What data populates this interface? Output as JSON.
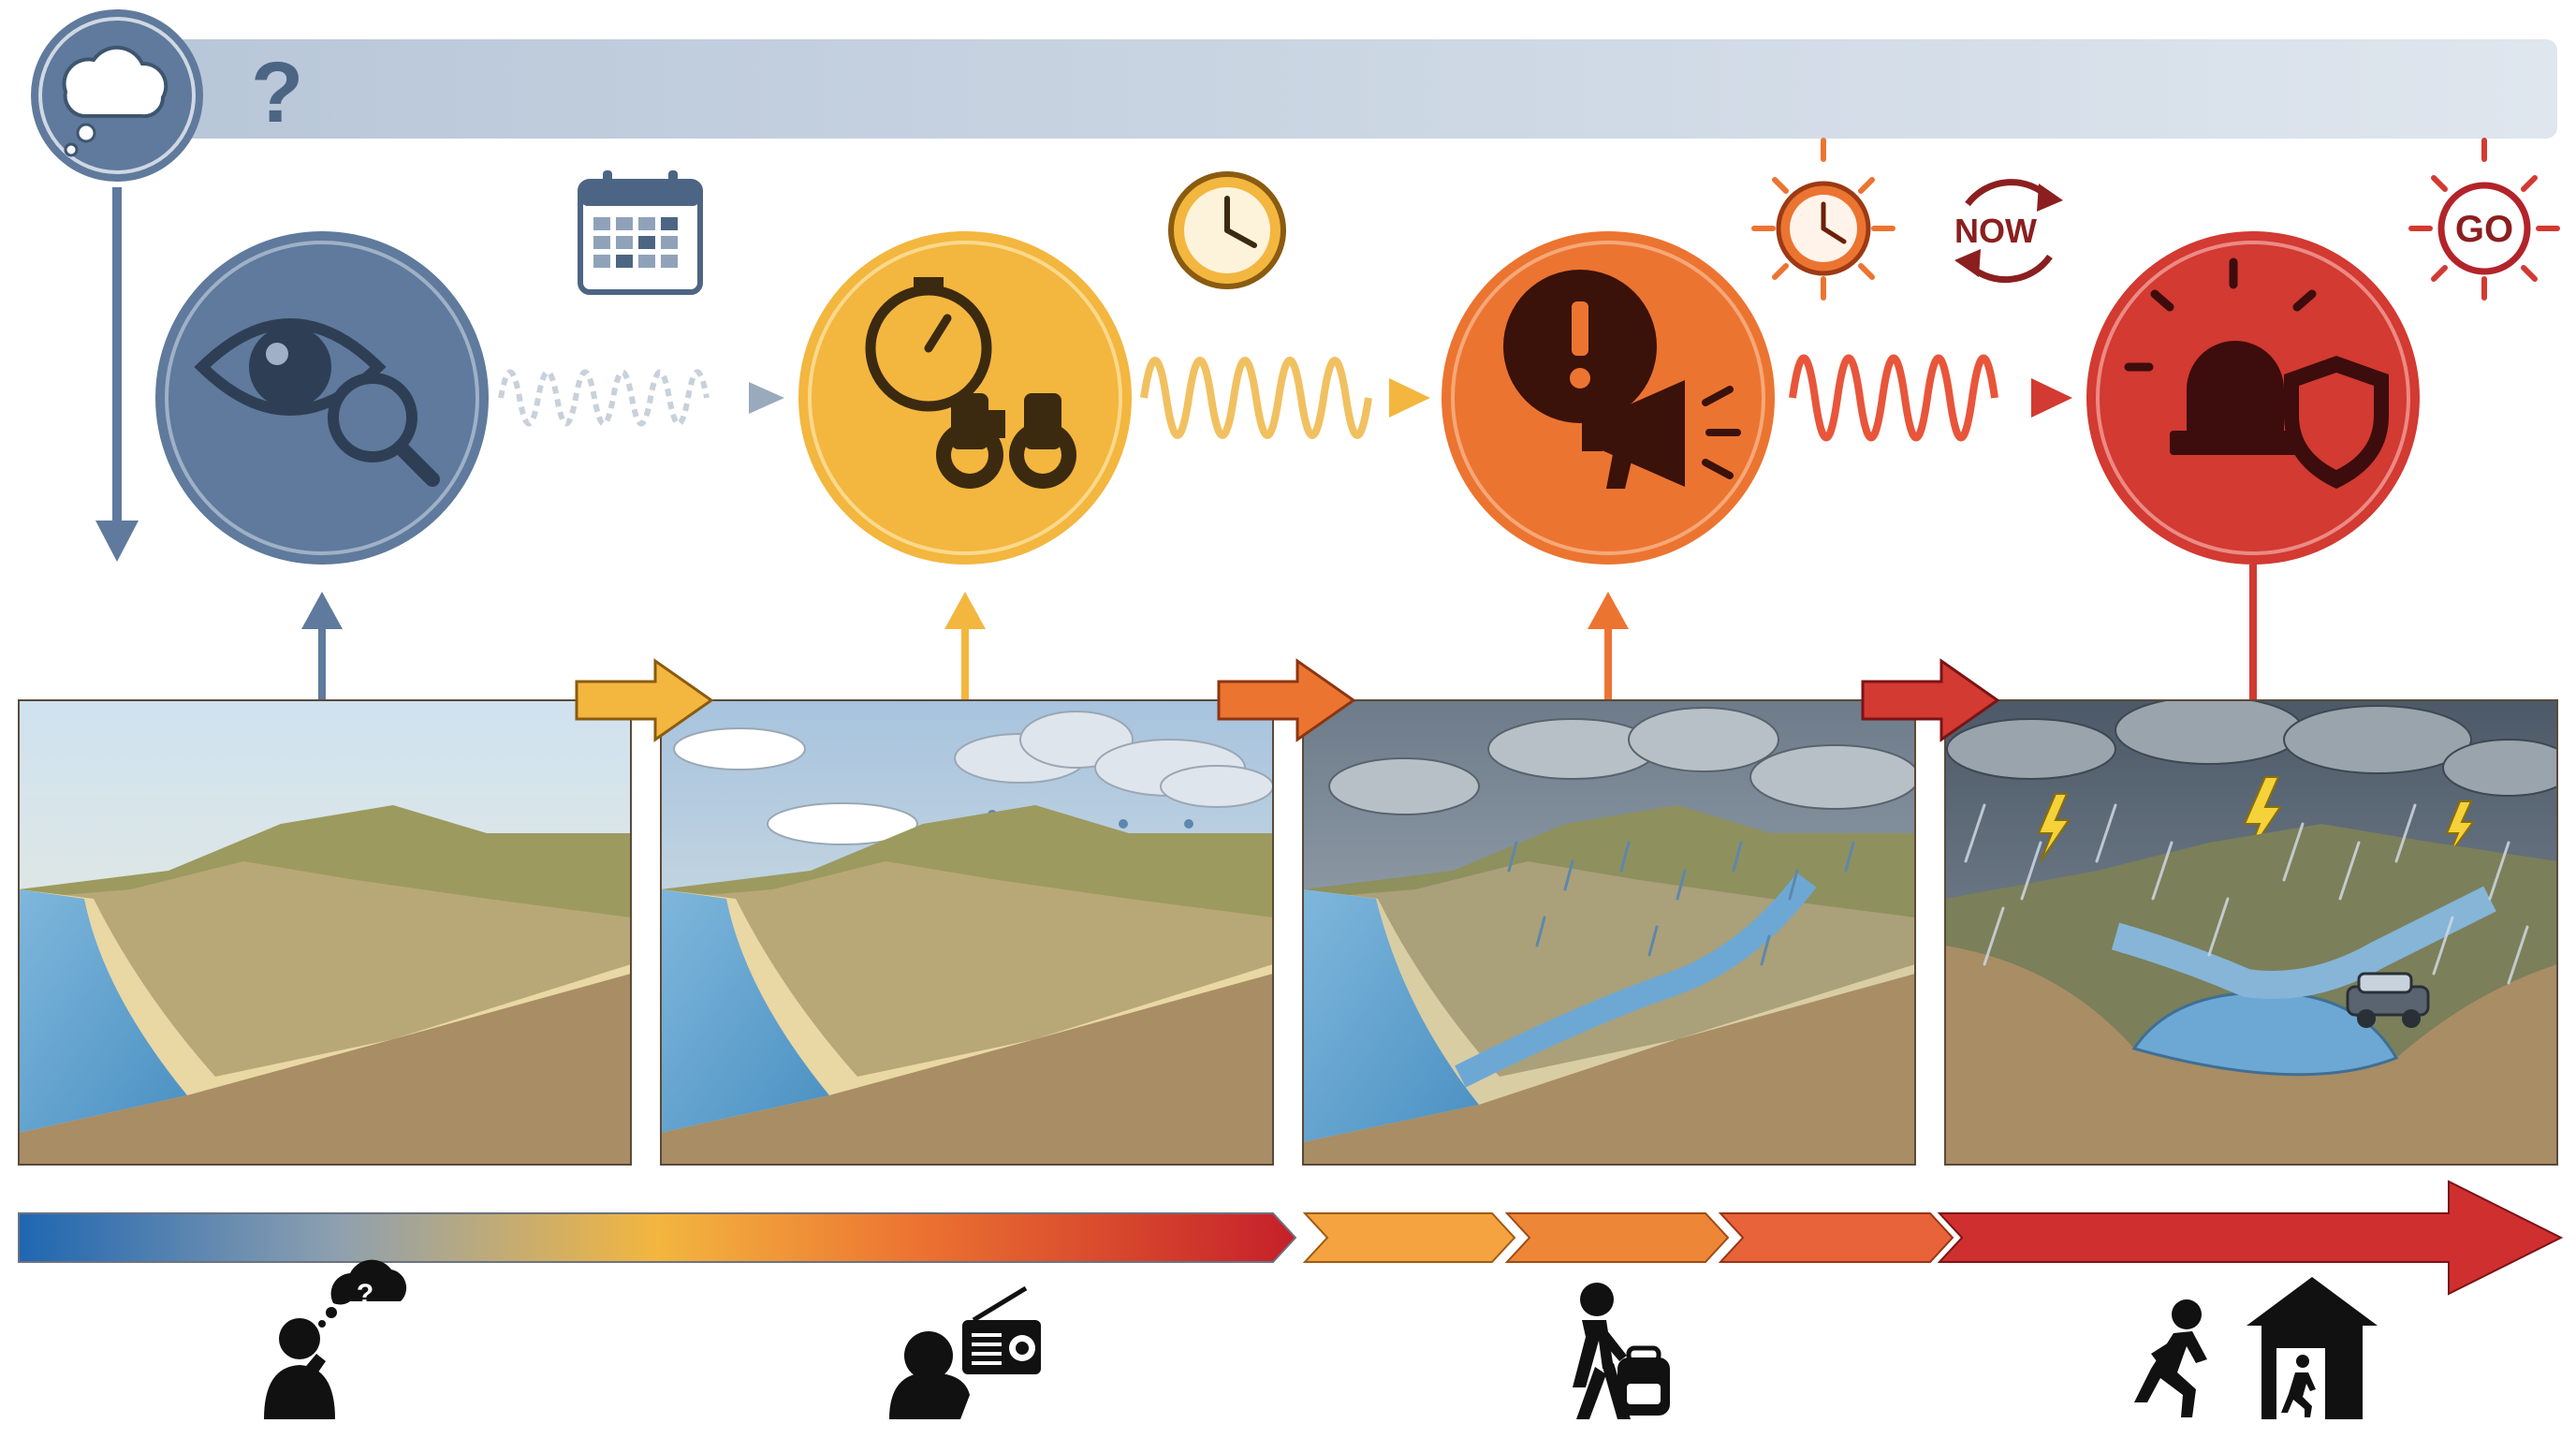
{
  "header": {
    "question_mark": "?"
  },
  "badges": {
    "now": "NOW",
    "go": "GO"
  },
  "stages": [
    {
      "name": "stage-1-watch",
      "color": "#5f7a9c",
      "icon": "eye-magnifier-icon",
      "scene": "calm-coast"
    },
    {
      "name": "stage-2-advisory",
      "color": "#f3b63f",
      "icon": "stopwatch-binoculars-icon",
      "scene": "light-rain"
    },
    {
      "name": "stage-3-warning",
      "color": "#ec7431",
      "icon": "alert-megaphone-icon",
      "scene": "heavy-rain-river"
    },
    {
      "name": "stage-4-emergency",
      "color": "#d23a32",
      "icon": "siren-shield-icon",
      "scene": "storm-flood"
    }
  ],
  "people": [
    {
      "icon": "thinking-person-icon"
    },
    {
      "icon": "person-radio-icon"
    },
    {
      "icon": "person-walking-backpack-icon"
    },
    {
      "icon": "running-to-shelter-icon"
    }
  ],
  "colors": {
    "blue": "#1f66b1",
    "slate": "#5f7a9c",
    "yellow": "#f3b63f",
    "orange": "#ec7431",
    "red": "#d23a32",
    "dark_red": "#b3242a"
  }
}
